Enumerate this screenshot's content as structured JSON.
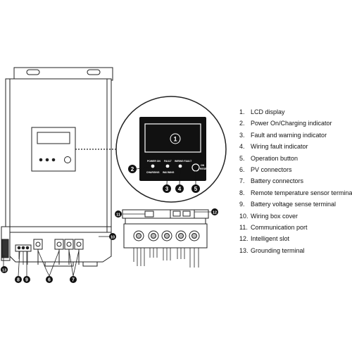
{
  "panel": {
    "power_on_label": "POWER ON",
    "charging_label": "CHARGING",
    "fault_label": "FAULT",
    "warning_label": "WARNING",
    "wiring_fault_label": "WIRING FAULT",
    "on_label": "ON",
    "reset_label": "RESET"
  },
  "callouts": {
    "c1": "1",
    "c2": "2",
    "c3": "3",
    "c4": "4",
    "c5": "5",
    "c6": "6",
    "c7": "7",
    "c8": "8",
    "c9": "9",
    "c10": "10",
    "c11": "11",
    "c12": "12",
    "c13": "13"
  },
  "legend": [
    {
      "num": "1.",
      "text": "LCD display"
    },
    {
      "num": "2.",
      "text": "Power On/Charging indicator"
    },
    {
      "num": "3.",
      "text": "Fault and warning indicator"
    },
    {
      "num": "4.",
      "text": "Wiring fault indicator"
    },
    {
      "num": "5.",
      "text": "Operation button"
    },
    {
      "num": "6.",
      "text": "PV connectors"
    },
    {
      "num": "7.",
      "text": "Battery connectors"
    },
    {
      "num": "8.",
      "text": "Remote temperature sensor terminal"
    },
    {
      "num": "9.",
      "text": "Battery voltage sense terminal"
    },
    {
      "num": "10.",
      "text": "Wiring box cover"
    },
    {
      "num": "11.",
      "text": "Communication port"
    },
    {
      "num": "12.",
      "text": "Intelligent slot"
    },
    {
      "num": "13.",
      "text": "Grounding terminal"
    }
  ]
}
